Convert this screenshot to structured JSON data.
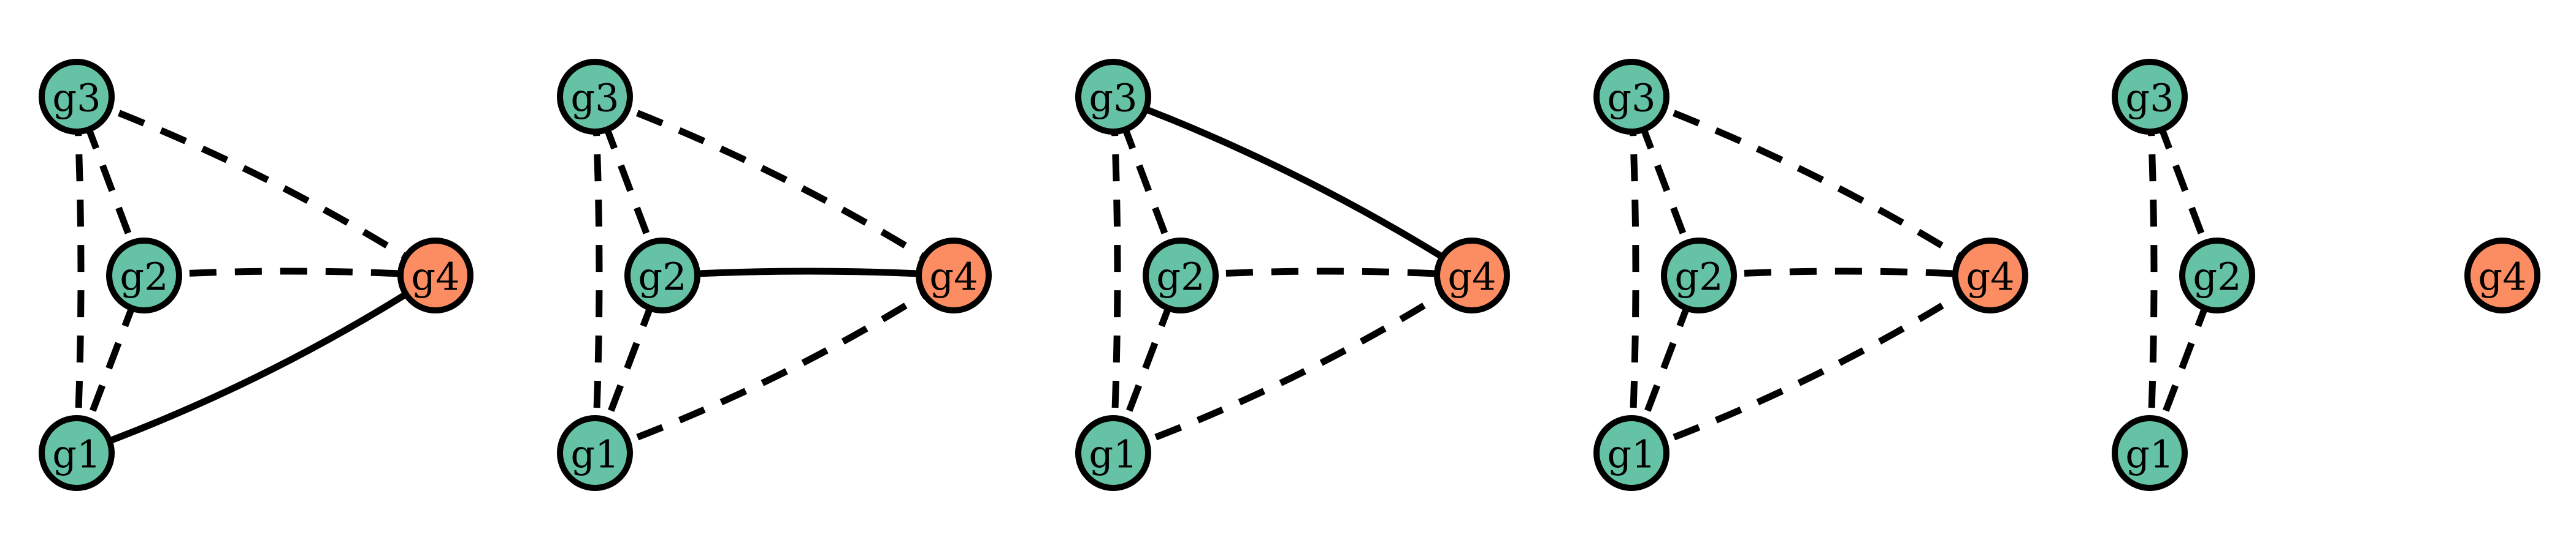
{
  "colors": {
    "group_a": "#66c2a5",
    "group_b": "#fc8d62",
    "edge": "#000000",
    "background": "#ffffff"
  },
  "panels": [
    {
      "nodes": [
        {
          "id": "g1",
          "label": "g1",
          "group": "group_a"
        },
        {
          "id": "g2",
          "label": "g2",
          "group": "group_a"
        },
        {
          "id": "g3",
          "label": "g3",
          "group": "group_a"
        },
        {
          "id": "g4",
          "label": "g4",
          "group": "group_b"
        }
      ],
      "edges": [
        {
          "from": "g1",
          "to": "g3",
          "style": "dashed"
        },
        {
          "from": "g1",
          "to": "g2",
          "style": "dashed"
        },
        {
          "from": "g2",
          "to": "g3",
          "style": "dashed"
        },
        {
          "from": "g3",
          "to": "g4",
          "style": "dashed"
        },
        {
          "from": "g2",
          "to": "g4",
          "style": "dashed"
        },
        {
          "from": "g1",
          "to": "g4",
          "style": "solid"
        }
      ]
    },
    {
      "nodes": [
        {
          "id": "g1",
          "label": "g1",
          "group": "group_a"
        },
        {
          "id": "g2",
          "label": "g2",
          "group": "group_a"
        },
        {
          "id": "g3",
          "label": "g3",
          "group": "group_a"
        },
        {
          "id": "g4",
          "label": "g4",
          "group": "group_b"
        }
      ],
      "edges": [
        {
          "from": "g1",
          "to": "g3",
          "style": "dashed"
        },
        {
          "from": "g1",
          "to": "g2",
          "style": "dashed"
        },
        {
          "from": "g2",
          "to": "g3",
          "style": "dashed"
        },
        {
          "from": "g3",
          "to": "g4",
          "style": "dashed"
        },
        {
          "from": "g2",
          "to": "g4",
          "style": "solid"
        },
        {
          "from": "g1",
          "to": "g4",
          "style": "dashed"
        }
      ]
    },
    {
      "nodes": [
        {
          "id": "g1",
          "label": "g1",
          "group": "group_a"
        },
        {
          "id": "g2",
          "label": "g2",
          "group": "group_a"
        },
        {
          "id": "g3",
          "label": "g3",
          "group": "group_a"
        },
        {
          "id": "g4",
          "label": "g4",
          "group": "group_b"
        }
      ],
      "edges": [
        {
          "from": "g1",
          "to": "g3",
          "style": "dashed"
        },
        {
          "from": "g1",
          "to": "g2",
          "style": "dashed"
        },
        {
          "from": "g2",
          "to": "g3",
          "style": "dashed"
        },
        {
          "from": "g3",
          "to": "g4",
          "style": "solid"
        },
        {
          "from": "g2",
          "to": "g4",
          "style": "dashed"
        },
        {
          "from": "g1",
          "to": "g4",
          "style": "dashed"
        }
      ]
    },
    {
      "nodes": [
        {
          "id": "g1",
          "label": "g1",
          "group": "group_a"
        },
        {
          "id": "g2",
          "label": "g2",
          "group": "group_a"
        },
        {
          "id": "g3",
          "label": "g3",
          "group": "group_a"
        },
        {
          "id": "g4",
          "label": "g4",
          "group": "group_b"
        }
      ],
      "edges": [
        {
          "from": "g1",
          "to": "g3",
          "style": "dashed"
        },
        {
          "from": "g1",
          "to": "g2",
          "style": "dashed"
        },
        {
          "from": "g2",
          "to": "g3",
          "style": "dashed"
        },
        {
          "from": "g3",
          "to": "g4",
          "style": "dashed"
        },
        {
          "from": "g2",
          "to": "g4",
          "style": "dashed"
        },
        {
          "from": "g1",
          "to": "g4",
          "style": "dashed"
        }
      ]
    },
    {
      "nodes": [
        {
          "id": "g1",
          "label": "g1",
          "group": "group_a"
        },
        {
          "id": "g2",
          "label": "g2",
          "group": "group_a"
        },
        {
          "id": "g3",
          "label": "g3",
          "group": "group_a"
        },
        {
          "id": "g4",
          "label": "g4",
          "group": "group_b"
        }
      ],
      "edges": [
        {
          "from": "g1",
          "to": "g3",
          "style": "dashed"
        },
        {
          "from": "g1",
          "to": "g2",
          "style": "dashed"
        },
        {
          "from": "g2",
          "to": "g3",
          "style": "dashed"
        }
      ]
    }
  ]
}
